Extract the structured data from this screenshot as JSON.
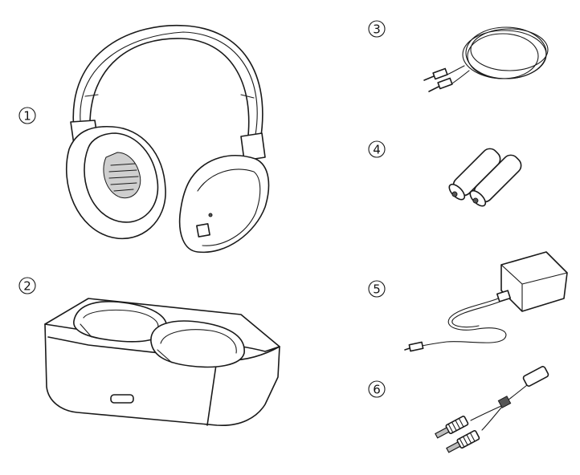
{
  "items": [
    {
      "number": "1",
      "icon": "headphones-icon"
    },
    {
      "number": "2",
      "icon": "charging-dock-icon"
    },
    {
      "number": "3",
      "icon": "audio-cable-icon"
    },
    {
      "number": "4",
      "icon": "batteries-icon"
    },
    {
      "number": "5",
      "icon": "power-adapter-icon"
    },
    {
      "number": "6",
      "icon": "rca-y-cable-icon"
    }
  ]
}
